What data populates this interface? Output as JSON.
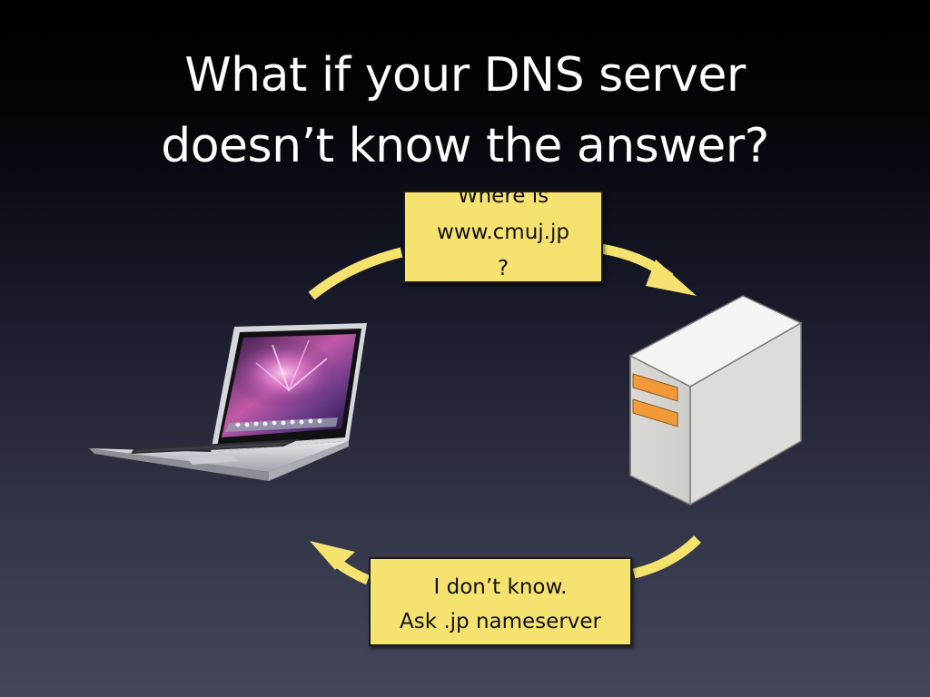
{
  "slide": {
    "title_line1": "What if your DNS server",
    "title_line2": "doesn’t know the answer?"
  },
  "query_callout": {
    "line1": "Where is",
    "line2": "www.cmuj.jp",
    "line3": "?"
  },
  "reply_callout": {
    "line1": "I don’t know.",
    "line2": "Ask .jp nameserver"
  },
  "colors": {
    "arrow": "#f6e26e",
    "callout_fill": "#f6e26e",
    "server_stripe": "#f29a3a"
  },
  "icons": [
    "laptop-icon",
    "server-icon"
  ]
}
